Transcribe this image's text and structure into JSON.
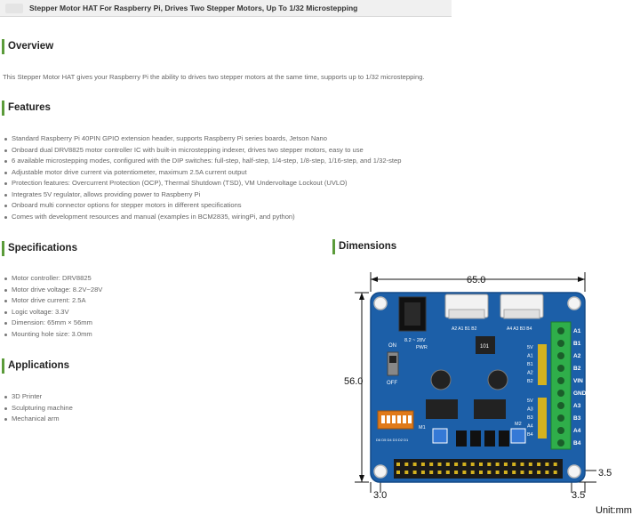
{
  "header": {
    "title": "Stepper Motor HAT For Raspberry Pi, Drives Two Stepper Motors, Up To 1/32 Microstepping"
  },
  "overview": {
    "heading": "Overview",
    "text": "This Stepper Motor HAT gives your Raspberry Pi the ability to drives two stepper motors at the same time, supports up to 1/32 microstepping."
  },
  "features": {
    "heading": "Features",
    "items": [
      "Standard Raspberry Pi 40PIN GPIO extension header, supports Raspberry Pi series boards, Jetson Nano",
      "Onboard dual DRV8825 motor controller IC with built-in microstepping indexer, drives two stepper motors, easy to use",
      "6 available microstepping modes, configured with the DIP switches: full-step, half-step, 1/4-step, 1/8-step, 1/16-step, and 1/32-step",
      "Adjustable motor drive current via potentiometer, maximum 2.5A current output",
      "Protection features: Overcurrent Protection (OCP), Thermal Shutdown (TSD), VM Undervoltage Lockout (UVLO)",
      "Integrates 5V regulator, allows providing power to Raspberry Pi",
      "Onboard multi connector options for stepper motors in different specifications",
      "Comes with development resources and manual (examples in BCM2835, wiringPi, and python)"
    ]
  },
  "specifications": {
    "heading": "Specifications",
    "items": [
      "Motor controller: DRV8825",
      "Motor drive voltage: 8.2V~28V",
      "Motor drive current: 2.5A",
      "Logic voltage: 3.3V",
      "Dimension: 65mm × 56mm",
      "Mounting hole size: 3.0mm"
    ]
  },
  "applications": {
    "heading": "Applications",
    "items": [
      "3D Printer",
      "Sculpturing machine",
      "Mechanical arm"
    ]
  },
  "dimensions": {
    "heading": "Dimensions",
    "width_label": "65.0",
    "height_label": "56.0",
    "hole_x_label": "3.0",
    "hole_right_label": "3.5",
    "hole_bottom_label": "3.5",
    "unit_label": "Unit:mm",
    "board": {
      "voltage_label": "8.2 ~ 28V",
      "pwr_label": "PWR",
      "on_label": "ON",
      "off_label": "OFF",
      "conn_left_label": "A2 A1 B1 B2",
      "conn_right_label": "A4 A3 B3 B4",
      "terminal_labels": [
        "A1",
        "B1",
        "A2",
        "B2",
        "VIN",
        "GND",
        "A3",
        "B3",
        "A4",
        "B4"
      ],
      "side_labels": [
        "5V",
        "A1",
        "B1",
        "A2",
        "B2",
        "5V",
        "A3",
        "B3",
        "A4",
        "B4"
      ],
      "inductor_label": "101",
      "m1_label": "M1",
      "m2_label": "M2",
      "dip_labels": "D6 D5 D4 D3 D2 D1"
    },
    "colors": {
      "board": "#1c5fa8",
      "board_edge": "#144a87",
      "terminal": "#2fae4a",
      "header_pin": "#d4b21f",
      "connector": "#f2f2f2",
      "accent": "#5b9b3a"
    }
  }
}
